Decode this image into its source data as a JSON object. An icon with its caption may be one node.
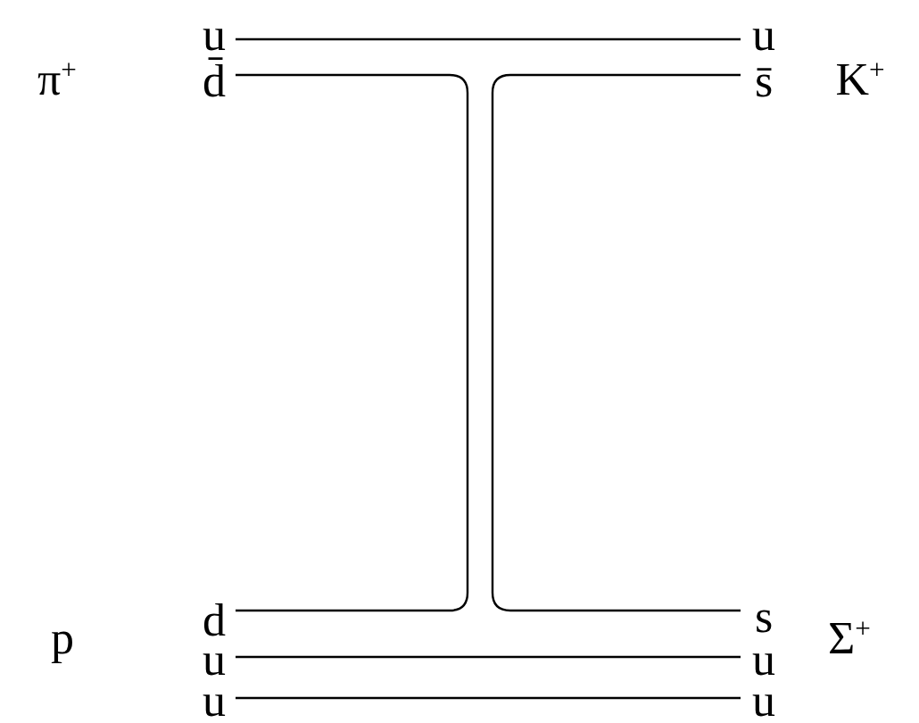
{
  "diagram": {
    "nodes": [
      {
        "text": [
          "u"
        ]
      },
      {
        "text": [
          "u"
        ]
      },
      {
        "text": [
          "d̄"
        ]
      },
      {
        "text": [
          "s̄"
        ]
      },
      {
        "text": [
          "d"
        ]
      },
      {
        "text": [
          "s"
        ]
      },
      {
        "text": [
          "u"
        ]
      },
      {
        "text": [
          "u"
        ]
      },
      {
        "text": [
          "u"
        ]
      },
      {
        "text": [
          "u"
        ]
      }
    ],
    "edges": [
      {
        "from": 0,
        "to": 1,
        "arrow": "none"
      },
      {
        "from": 2,
        "to": 4,
        "arrow": "none"
      },
      {
        "from": 3,
        "to": 5,
        "arrow": "none"
      },
      {
        "from": 6,
        "to": 7,
        "arrow": "none"
      },
      {
        "from": 8,
        "to": 9,
        "arrow": "none"
      }
    ],
    "labels": [
      "π$^{+}$",
      "K$^{+}$",
      "p",
      "Σ$^{+}$"
    ]
  }
}
